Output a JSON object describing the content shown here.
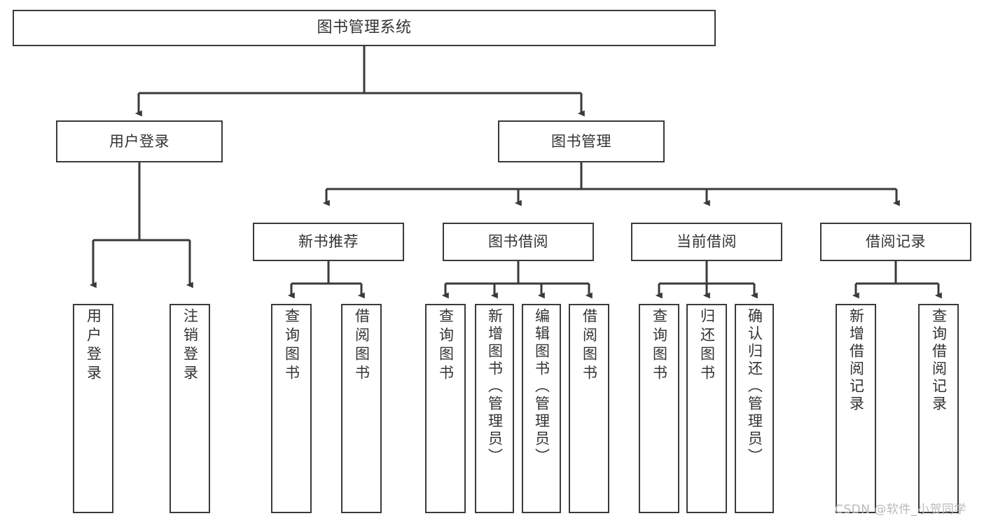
{
  "diagram": {
    "title": "图书管理系统",
    "type": "tree-hierarchy-chart",
    "colors": {
      "background": "#ffffff",
      "node_border": "#3a3a3a",
      "node_fill": "#ffffff",
      "text": "#333333",
      "edge": "#3a3a3a",
      "watermark": "#b9b9b9"
    },
    "nodes": {
      "root": {
        "label": "图书管理系统"
      },
      "level1": [
        {
          "id": "user-login",
          "label": "用户登录"
        },
        {
          "id": "book-manage",
          "label": "图书管理"
        }
      ],
      "level2": [
        {
          "id": "new-book-rec",
          "label": "新书推荐"
        },
        {
          "id": "book-borrow",
          "label": "图书借阅"
        },
        {
          "id": "current-borrow",
          "label": "当前借阅"
        },
        {
          "id": "borrow-record",
          "label": "借阅记录"
        }
      ],
      "leaves": [
        {
          "id": "leaf-user-login",
          "label": "用户登录",
          "parent": "user-login"
        },
        {
          "id": "leaf-logout",
          "label": "注销登录",
          "parent": "user-login"
        },
        {
          "id": "leaf-query-book-1",
          "label": "查询图书",
          "parent": "new-book-rec"
        },
        {
          "id": "leaf-borrow-book-1",
          "label": "借阅图书",
          "parent": "new-book-rec"
        },
        {
          "id": "leaf-query-book-2",
          "label": "查询图书",
          "parent": "book-borrow"
        },
        {
          "id": "leaf-add-book",
          "label": "新增图书（管理员）",
          "parent": "book-borrow"
        },
        {
          "id": "leaf-edit-book",
          "label": "编辑图书（管理员）",
          "parent": "book-borrow"
        },
        {
          "id": "leaf-borrow-book-2",
          "label": "借阅图书",
          "parent": "book-borrow"
        },
        {
          "id": "leaf-query-book-3",
          "label": "查询图书",
          "parent": "current-borrow"
        },
        {
          "id": "leaf-return-book",
          "label": "归还图书",
          "parent": "current-borrow"
        },
        {
          "id": "leaf-confirm-return",
          "label": "确认归还（管理员）",
          "parent": "current-borrow"
        },
        {
          "id": "leaf-add-record",
          "label": "新增借阅记录",
          "parent": "borrow-record"
        },
        {
          "id": "leaf-query-record",
          "label": "查询借阅记录",
          "parent": "borrow-record"
        }
      ]
    },
    "watermark": "CSDN @软件_小贺同学"
  }
}
